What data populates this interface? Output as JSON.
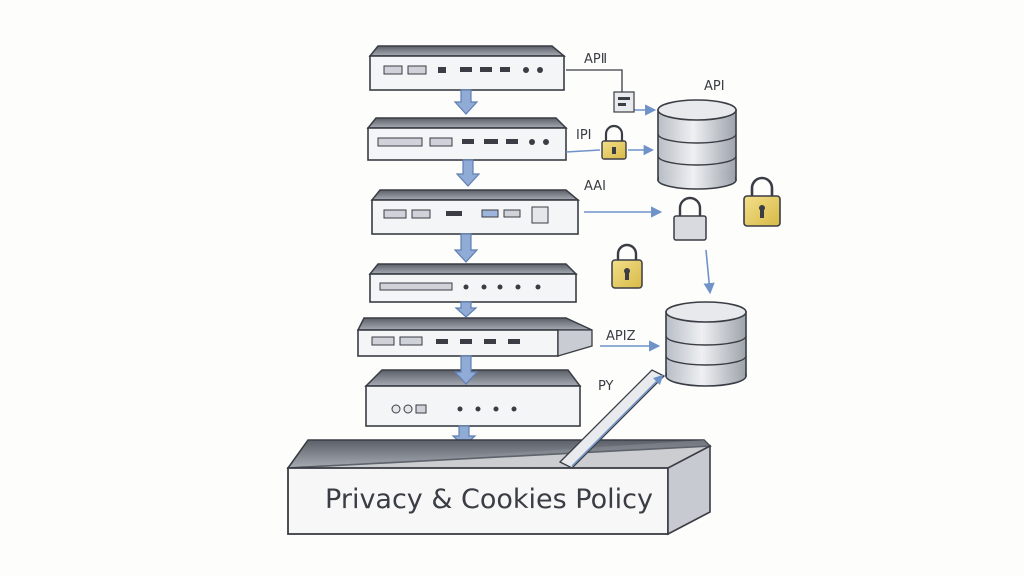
{
  "labels": {
    "l1": "APⅡ",
    "l2": "IPI",
    "l3": "AAI",
    "l4": "APIZ",
    "l5": "PY",
    "db_top": "API"
  },
  "footer": {
    "text": "Privacy & Cookies Policy"
  },
  "colors": {
    "ink": "#3a3d44",
    "arrow": "#6f93c9",
    "lock_gold": "#e9cf6a",
    "lock_gray": "#d8dadf",
    "paper": "#fdfdfc"
  },
  "icons": [
    "server-icon",
    "database-icon",
    "lock-icon",
    "arrow-icon"
  ]
}
